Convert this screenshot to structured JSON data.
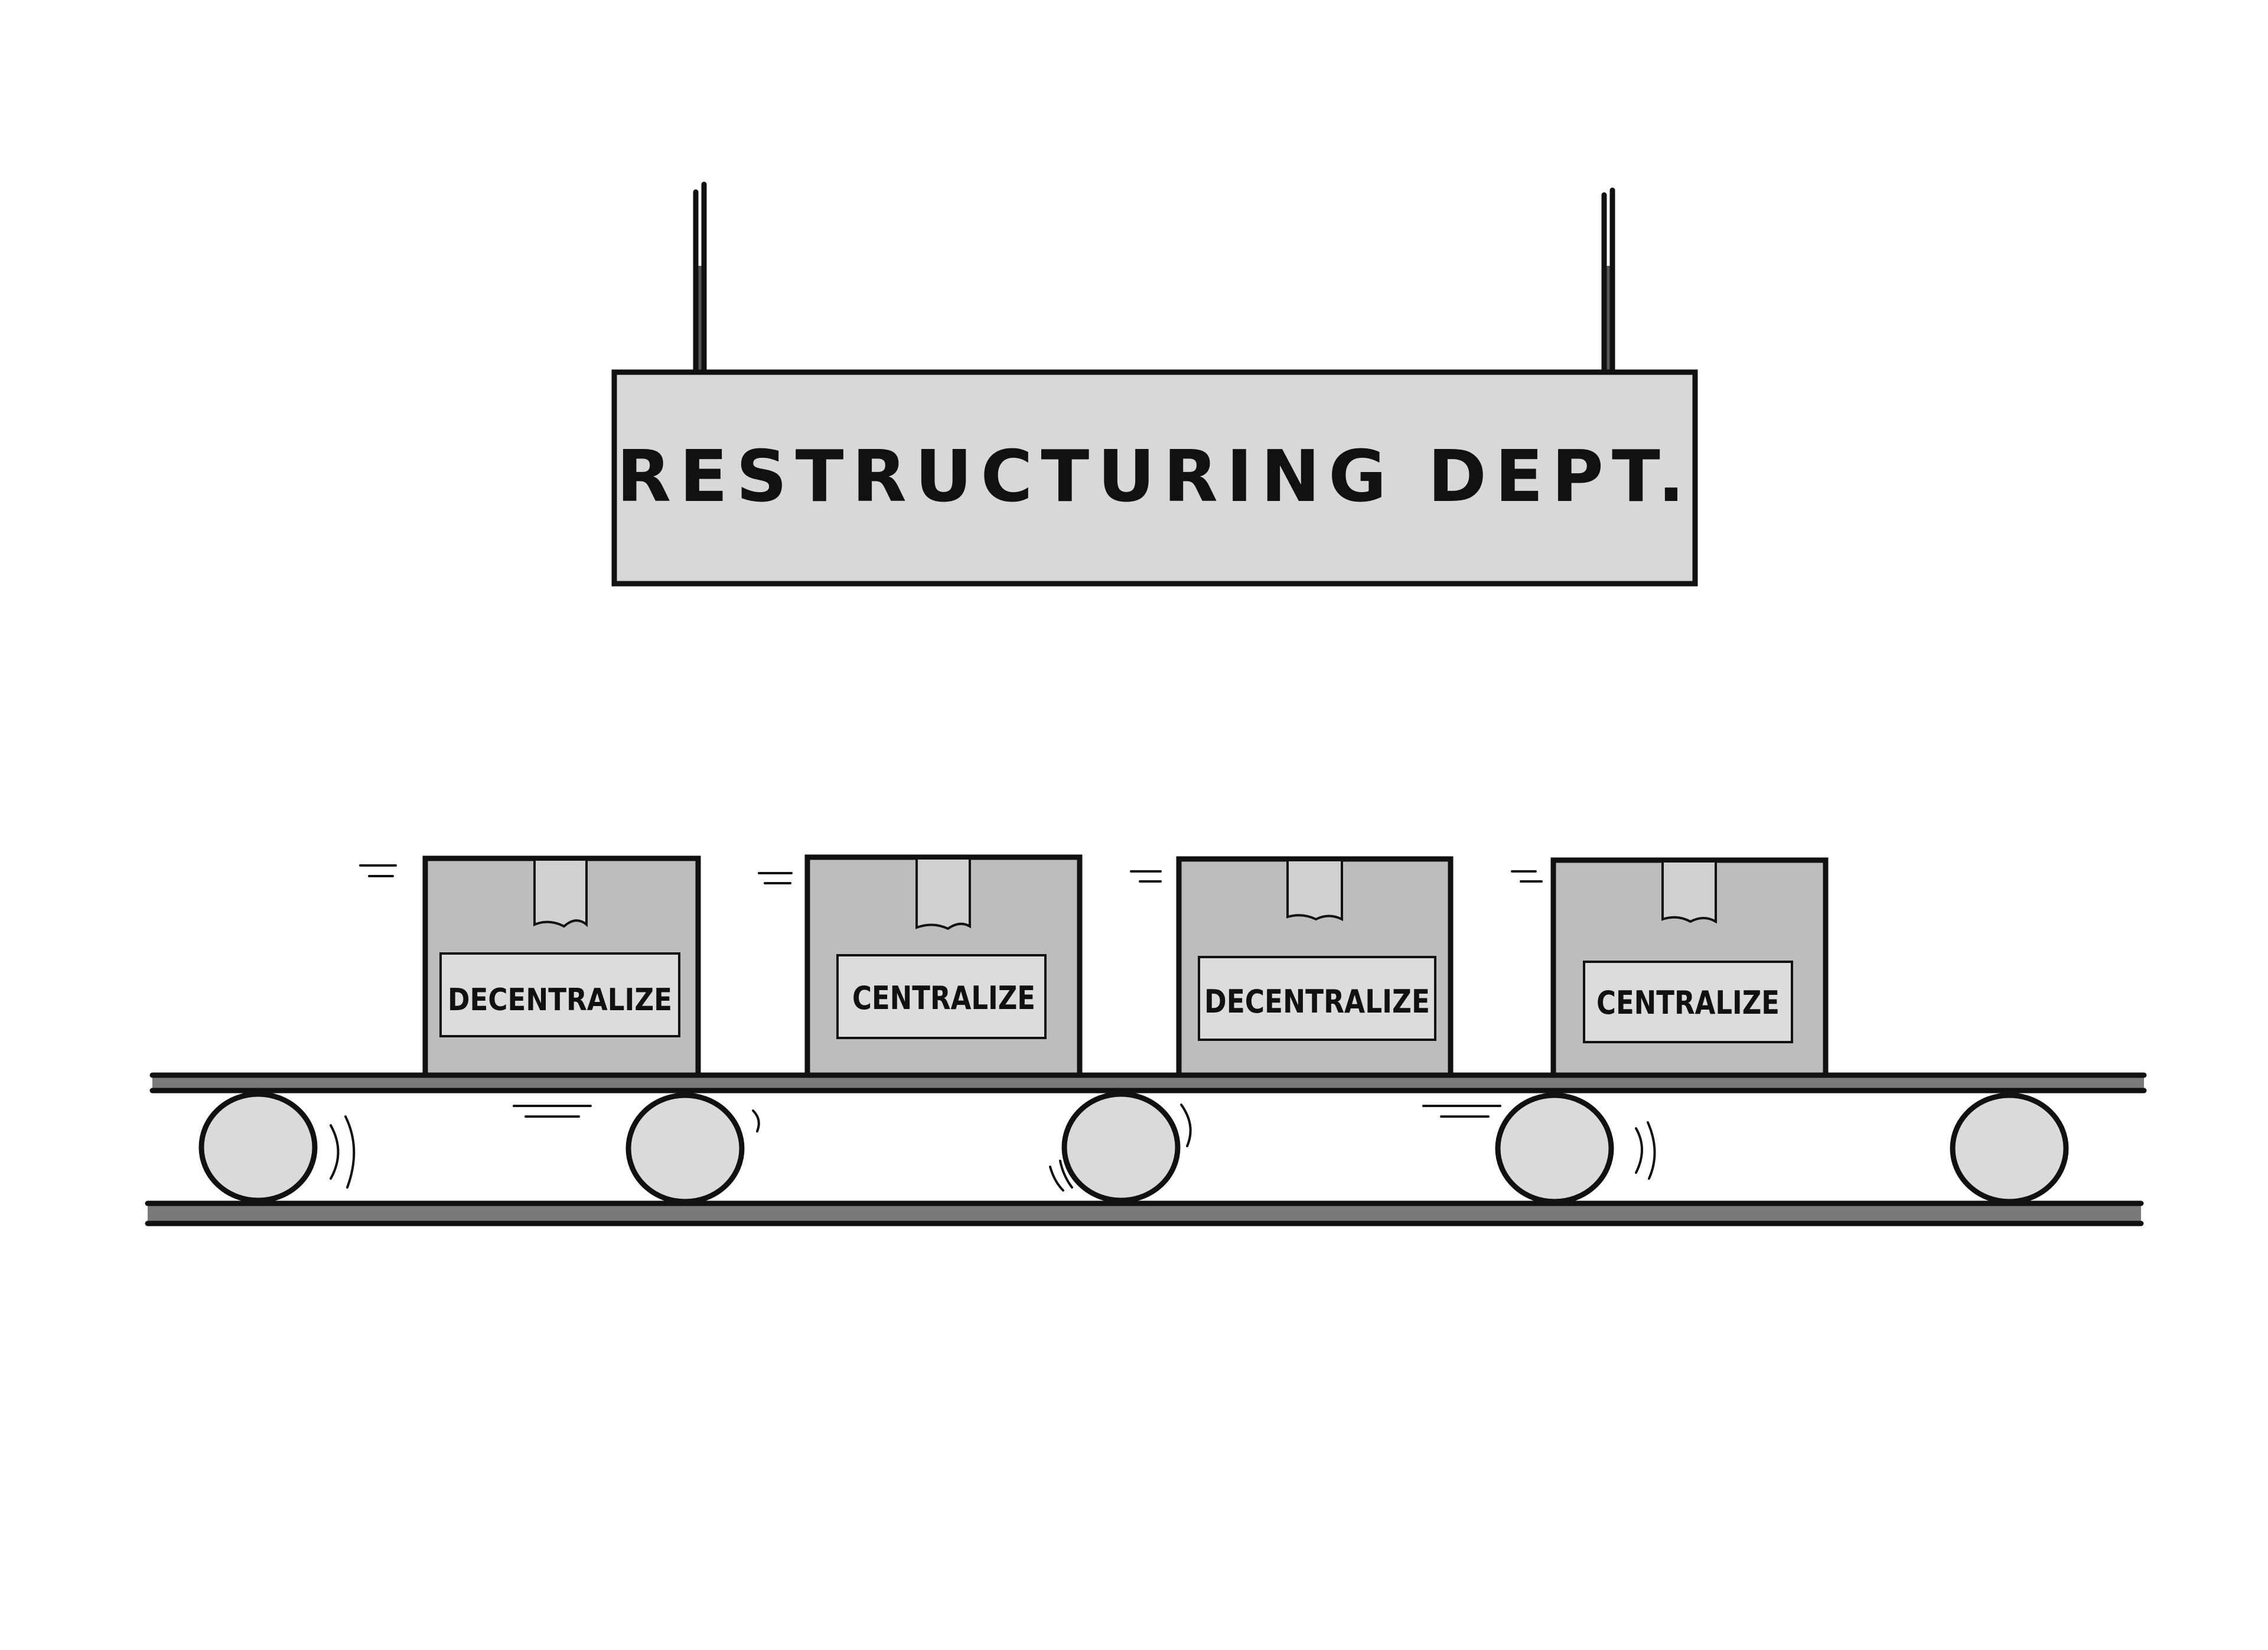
{
  "sign": {
    "title": "RESTRUCTURING DEPT."
  },
  "boxes": [
    {
      "label": "DECENTRALIZE"
    },
    {
      "label": "CENTRALIZE"
    },
    {
      "label": "DECENTRALIZE"
    },
    {
      "label": "CENTRALIZE"
    }
  ],
  "colors": {
    "background": "#ffffff",
    "ink": "#111111",
    "sign_fill": "#d9d8d9",
    "box_fill": "#bdbdbd",
    "label_fill": "#dcdcdc",
    "tape_fill": "#d0d0d0",
    "roller_fill": "#dadada",
    "belt_fill": "#7a7a7a"
  }
}
